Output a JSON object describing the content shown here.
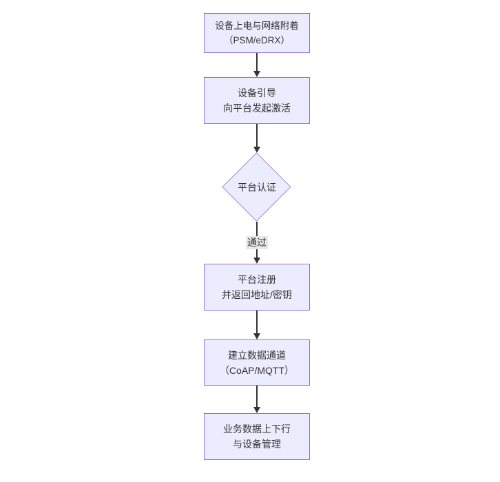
{
  "diagram": {
    "type": "flowchart",
    "direction": "top-down",
    "nodes": [
      {
        "id": "A",
        "shape": "rect",
        "lines": [
          "设备上电与网络附着",
          "（PSM/eDRX）"
        ]
      },
      {
        "id": "B",
        "shape": "rect",
        "lines": [
          "设备引导",
          "向平台发起激活"
        ]
      },
      {
        "id": "C",
        "shape": "diamond",
        "lines": [
          "平台认证"
        ]
      },
      {
        "id": "D",
        "shape": "rect",
        "lines": [
          "平台注册",
          "并返回地址/密钥"
        ]
      },
      {
        "id": "E",
        "shape": "rect",
        "lines": [
          "建立数据通道",
          "（CoAP/MQTT）"
        ]
      },
      {
        "id": "F",
        "shape": "rect",
        "lines": [
          "业务数据上下行",
          "与设备管理"
        ]
      }
    ],
    "edges": [
      {
        "from": "A",
        "to": "B",
        "label": ""
      },
      {
        "from": "B",
        "to": "C",
        "label": ""
      },
      {
        "from": "C",
        "to": "D",
        "label": "通过"
      },
      {
        "from": "D",
        "to": "E",
        "label": ""
      },
      {
        "from": "E",
        "to": "F",
        "label": ""
      }
    ],
    "colors": {
      "background": "#ffffff",
      "node_fill": "#ECECFF",
      "node_border": "#9370DB",
      "text": "#333333",
      "edge_line": "#333333",
      "edge_label_bg": "#e8e8e8"
    }
  }
}
